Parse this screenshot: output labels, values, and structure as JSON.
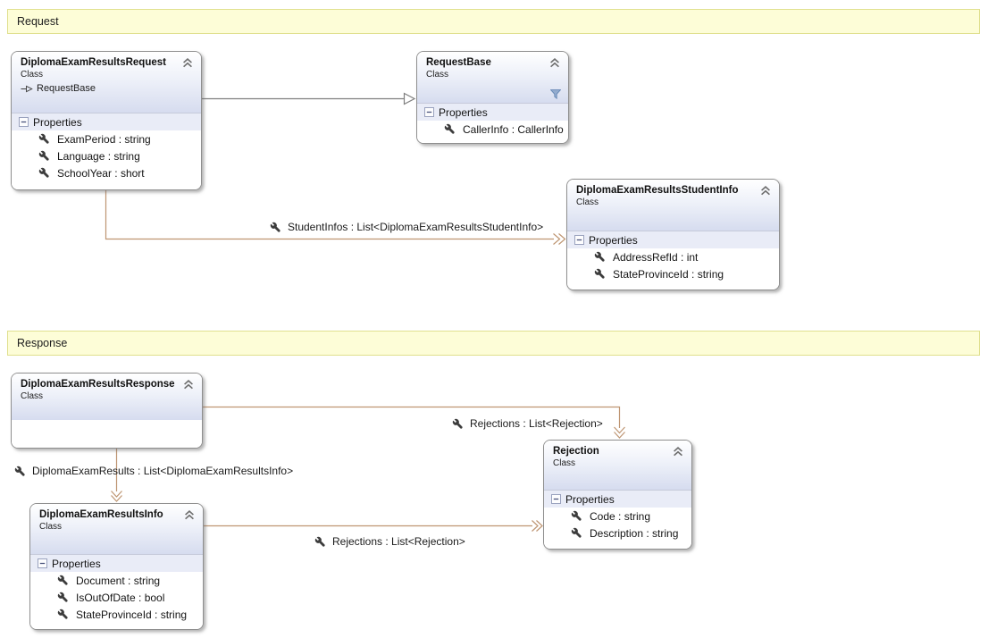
{
  "banners": {
    "request": {
      "label": "Request"
    },
    "response": {
      "label": "Response"
    }
  },
  "classes": {
    "request": {
      "title": "DiplomaExamResultsRequest",
      "kind": "Class",
      "base": "RequestBase",
      "properties_title": "Properties",
      "properties": [
        "ExamPeriod : string",
        "Language : string",
        "SchoolYear : short"
      ]
    },
    "request_base": {
      "title": "RequestBase",
      "kind": "Class",
      "properties_title": "Properties",
      "properties": [
        "CallerInfo : CallerInfo"
      ]
    },
    "student_info": {
      "title": "DiplomaExamResultsStudentInfo",
      "kind": "Class",
      "properties_title": "Properties",
      "properties": [
        "AddressRefId : int",
        "StateProvinceId : string"
      ]
    },
    "response": {
      "title": "DiplomaExamResultsResponse",
      "kind": "Class"
    },
    "rejection": {
      "title": "Rejection",
      "kind": "Class",
      "properties_title": "Properties",
      "properties": [
        "Code : string",
        "Description : string"
      ]
    },
    "results_info": {
      "title": "DiplomaExamResultsInfo",
      "kind": "Class",
      "properties_title": "Properties",
      "properties": [
        "Document : string",
        "IsOutOfDate : bool",
        "StateProvinceId : string"
      ]
    }
  },
  "connectors": {
    "student_infos": {
      "label": "StudentInfos : List<DiplomaExamResultsStudentInfo>"
    },
    "rejections_top": {
      "label": "Rejections : List<Rejection>"
    },
    "diploma_exam_results": {
      "label": "DiplomaExamResults : List<DiplomaExamResultsInfo>"
    },
    "rejections_bottom": {
      "label": "Rejections : List<Rejection>"
    }
  },
  "icons": {
    "member": "wrench-icon",
    "collapse": "double-chevron-up-icon",
    "filter": "funnel-icon",
    "section_toggle": "minus-box-icon",
    "inherits": "hollow-triangle-arrow-icon"
  },
  "colors": {
    "banner_fill": "#FDFDD7",
    "banner_border": "#E0E08E",
    "association_edge": "#BE9572",
    "inheritance_edge": "#7F7F7F",
    "header_gradient_end": "#D6DCEF",
    "compartment_fill": "#E9ECF7"
  }
}
